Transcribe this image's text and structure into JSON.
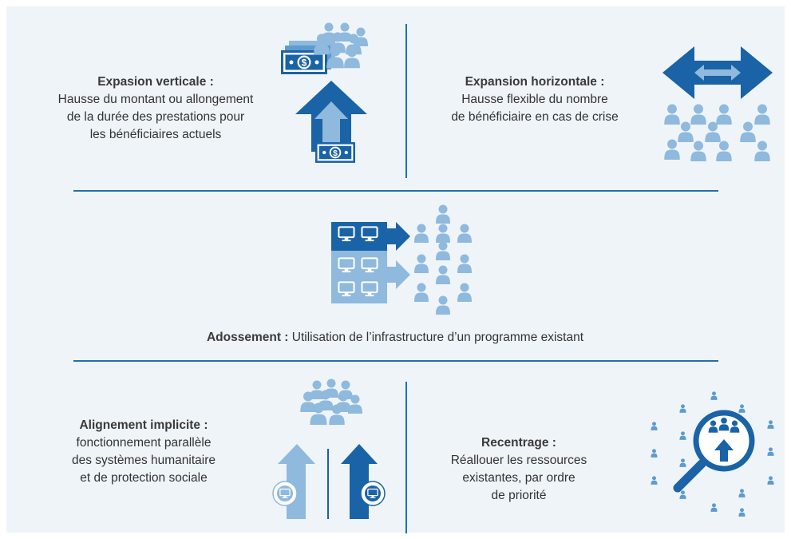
{
  "colors": {
    "panel_bg": "#eef4f8",
    "dark_blue": "#1a63a6",
    "light_blue": "#8fb9dd",
    "mid_blue": "#5d9bd0",
    "rule_blue": "#1f6fb0"
  },
  "sections": {
    "vertical": {
      "title": "Expasion verticale :",
      "description": [
        "Hausse du montant ou allongement",
        "de la durée des prestations pour",
        "les bénéficiaires actuels"
      ]
    },
    "horizontal": {
      "title": "Expansion horizontale :",
      "description": [
        "Hausse flexible du nombre",
        "de bénéficiaire en cas de crise"
      ]
    },
    "piggyback": {
      "title": "Adossement :",
      "description": "Utilisation de l’infrastructure d’un programme existant"
    },
    "alignment": {
      "title": "Alignement implicite :",
      "description": [
        "fonctionnement parallèle",
        "des systèmes humanitaire",
        "et de protection sociale"
      ]
    },
    "refocusing": {
      "title": "Recentrage :",
      "description": [
        "Réallouer les ressources",
        "existantes, par ordre",
        "de priorité"
      ]
    }
  },
  "icons": {
    "vertical": [
      "money-stack-icon",
      "people-group-icon",
      "up-arrow-icon",
      "dollar-bill-icon"
    ],
    "horizontal": [
      "double-headed-arrow-icon",
      "people-grid-icon"
    ],
    "piggyback": [
      "computer-screens-icon",
      "right-arrow-icon",
      "people-grid-icon"
    ],
    "alignment": [
      "people-group-icon",
      "up-arrow-icon",
      "computer-badge-icon"
    ],
    "refocusing": [
      "magnifier-icon",
      "people-scattered-icon",
      "up-arrow-icon"
    ]
  }
}
